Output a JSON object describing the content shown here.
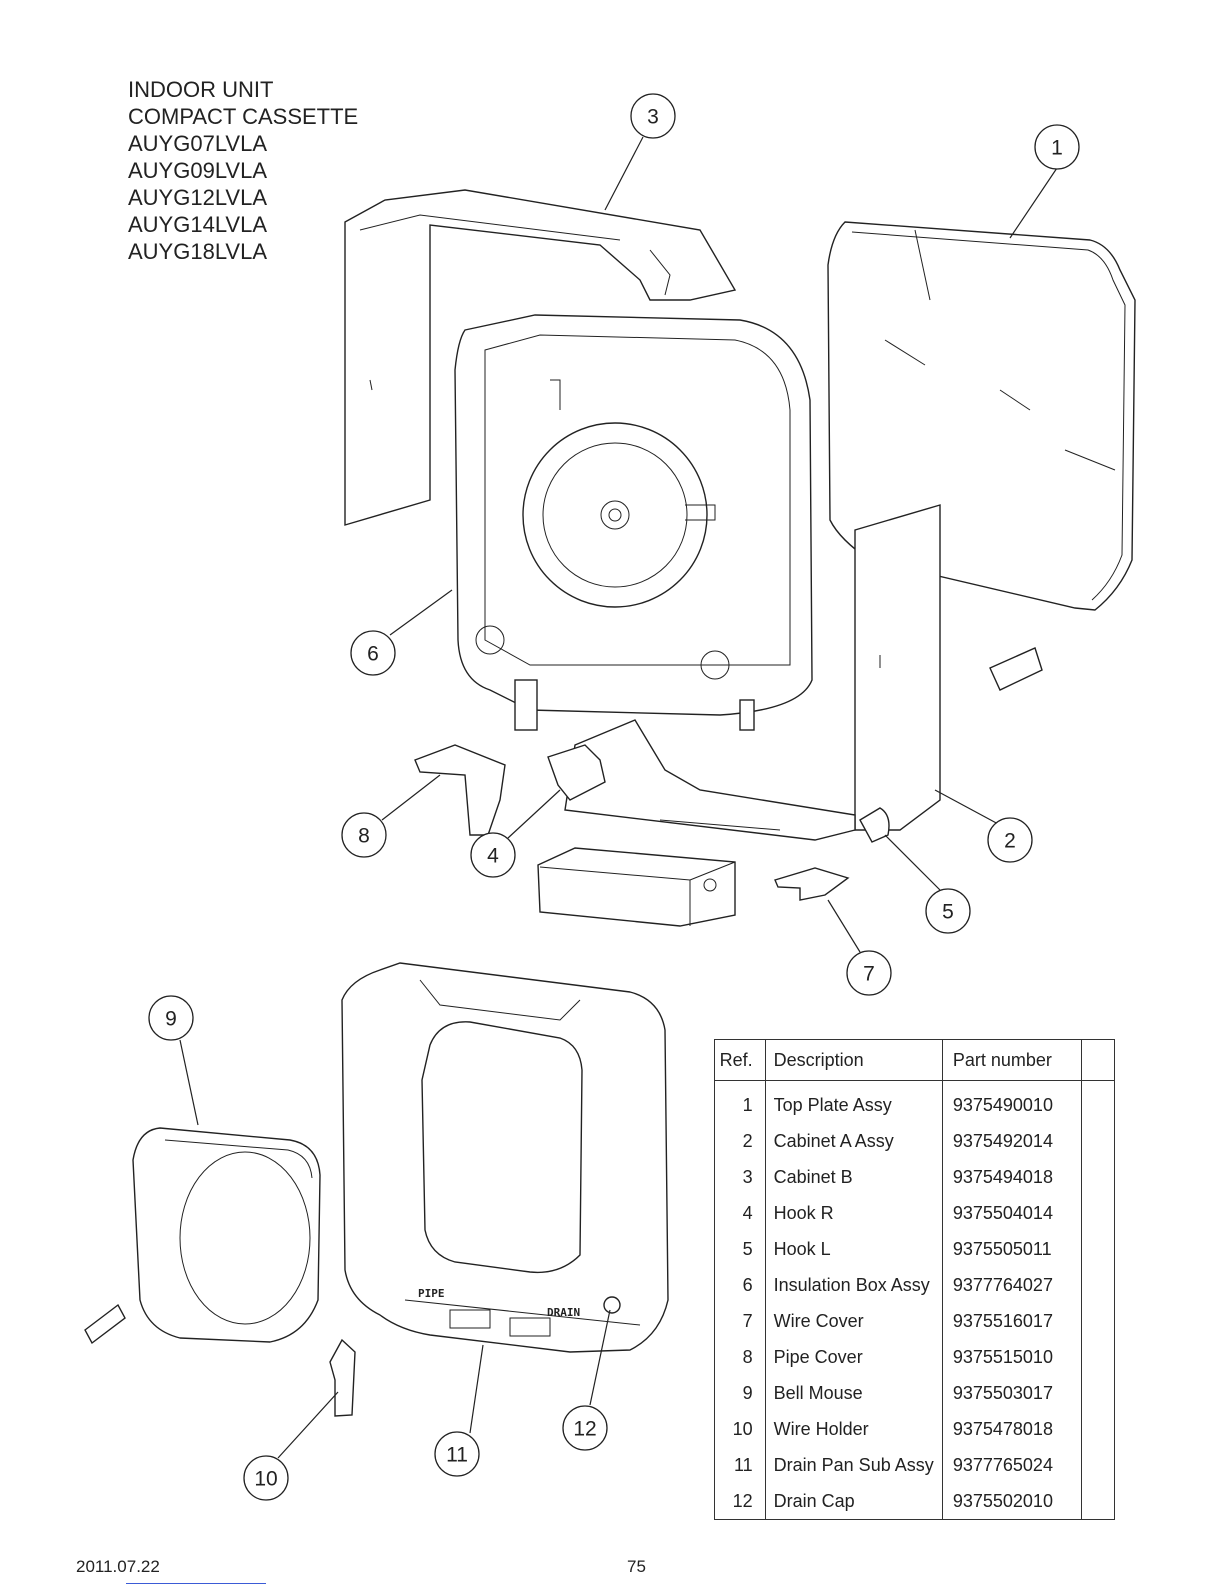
{
  "title_lines": [
    "INDOOR UNIT",
    "COMPACT CASSETTE",
    "AUYG07LVLA",
    "AUYG09LVLA",
    "AUYG12LVLA",
    "AUYG14LVLA",
    "AUYG18LVLA"
  ],
  "callouts": [
    "1",
    "2",
    "3",
    "4",
    "5",
    "6",
    "7",
    "8",
    "9",
    "10",
    "11",
    "12"
  ],
  "table": {
    "headers": {
      "ref": "Ref.",
      "description": "Description",
      "part_number": "Part number",
      "extra": ""
    },
    "rows": [
      {
        "ref": "1",
        "description": "Top Plate Assy",
        "part_number": "9375490010"
      },
      {
        "ref": "2",
        "description": "Cabinet A Assy",
        "part_number": "9375492014"
      },
      {
        "ref": "3",
        "description": "Cabinet B",
        "part_number": "9375494018"
      },
      {
        "ref": "4",
        "description": "Hook R",
        "part_number": "9375504014"
      },
      {
        "ref": "5",
        "description": "Hook L",
        "part_number": "9375505011"
      },
      {
        "ref": "6",
        "description": "Insulation Box Assy",
        "part_number": "9377764027"
      },
      {
        "ref": "7",
        "description": "Wire Cover",
        "part_number": "9375516017"
      },
      {
        "ref": "8",
        "description": "Pipe Cover",
        "part_number": "9375515010"
      },
      {
        "ref": "9",
        "description": "Bell Mouse",
        "part_number": "9375503017"
      },
      {
        "ref": "10",
        "description": "Wire Holder",
        "part_number": "9375478018"
      },
      {
        "ref": "11",
        "description": "Drain Pan Sub Assy",
        "part_number": "9377765024"
      },
      {
        "ref": "12",
        "description": "Drain Cap",
        "part_number": "9375502010"
      }
    ]
  },
  "drain_pan_labels": {
    "pipe": "PIPE",
    "drain": "DRAIN"
  },
  "footer": {
    "date": "2011.07.22",
    "page": "75"
  }
}
